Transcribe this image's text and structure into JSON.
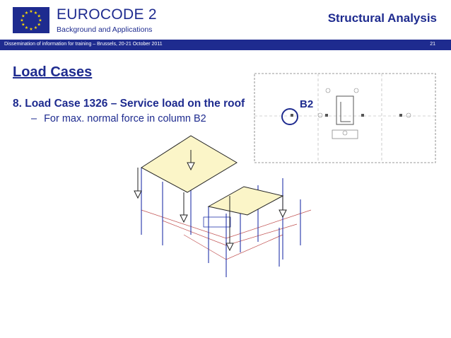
{
  "header": {
    "title": "EUROCODE 2",
    "subtitle": "Background and Applications",
    "section": "Structural Analysis",
    "flag_icon": "eu-flag-icon"
  },
  "band": {
    "event": "Dissemination of information for training – Brussels, 20-21 October 2011",
    "page": "21"
  },
  "slide": {
    "title": "Load Cases",
    "bullet": "8. Load Case 1326 – Service load on the roof",
    "sub_dash": "–",
    "sub_bullet": "For max. normal force in column B2"
  },
  "figure": {
    "column_label": "B2"
  },
  "colors": {
    "brand": "#1e2b8f",
    "band": "#1e2b8f",
    "slab_fill": "#fbf5c8",
    "structure_blue": "#2233aa",
    "frame_red": "#c05050"
  }
}
